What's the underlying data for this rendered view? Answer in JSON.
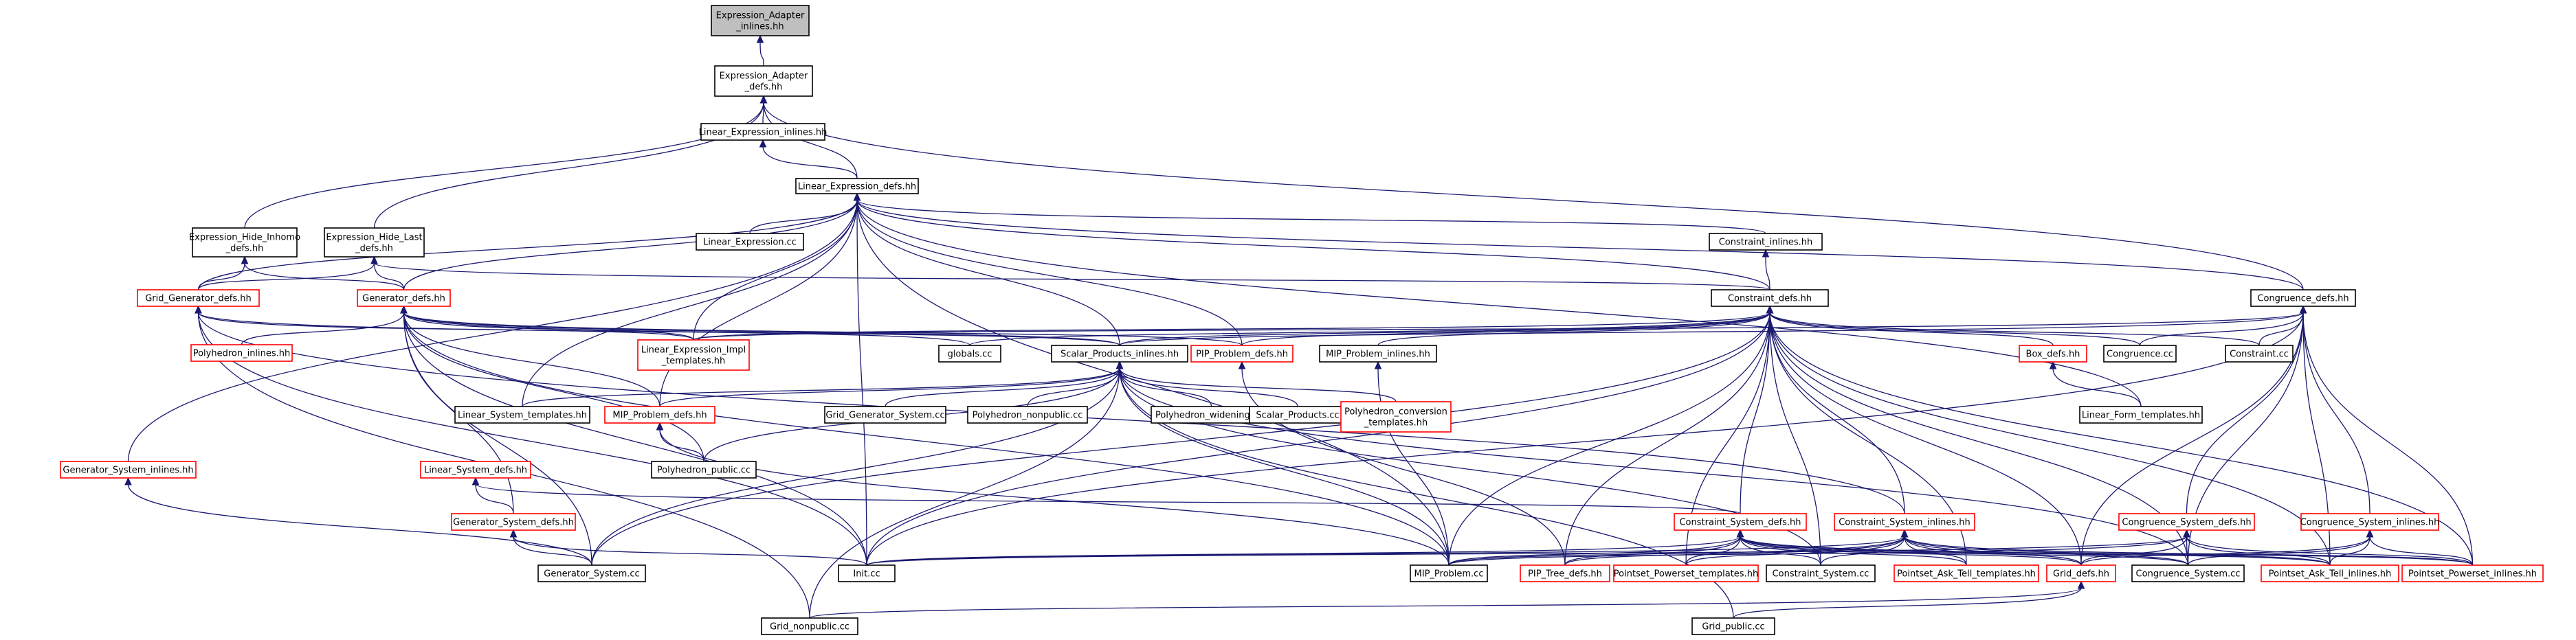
{
  "colors": {
    "edge": "#191970",
    "normal_border": "#000000",
    "red_border": "#ff0000",
    "root_fill": "#bfbfbf",
    "text": "#000000"
  },
  "nodes": [
    {
      "id": "ea_inl",
      "lines": [
        "Expression_Adapter",
        "_inlines.hh"
      ],
      "style": "root"
    },
    {
      "id": "ea_defs",
      "lines": [
        "Expression_Adapter",
        "_defs.hh"
      ],
      "style": "normal"
    },
    {
      "id": "le_inl",
      "lines": [
        "Linear_Expression_inlines.hh"
      ],
      "style": "normal"
    },
    {
      "id": "le_defs",
      "lines": [
        "Linear_Expression_defs.hh"
      ],
      "style": "normal"
    },
    {
      "id": "ehi_defs",
      "lines": [
        "Expression_Hide_Inhomo",
        "_defs.hh"
      ],
      "style": "normal"
    },
    {
      "id": "ehl_defs",
      "lines": [
        "Expression_Hide_Last",
        "_defs.hh"
      ],
      "style": "normal"
    },
    {
      "id": "le_cc",
      "lines": [
        "Linear_Expression.cc"
      ],
      "style": "normal"
    },
    {
      "id": "con_inl",
      "lines": [
        "Constraint_inlines.hh"
      ],
      "style": "normal"
    },
    {
      "id": "gg_defs",
      "lines": [
        "Grid_Generator_defs.hh"
      ],
      "style": "red"
    },
    {
      "id": "gen_defs",
      "lines": [
        "Generator_defs.hh"
      ],
      "style": "red"
    },
    {
      "id": "con_defs",
      "lines": [
        "Constraint_defs.hh"
      ],
      "style": "normal"
    },
    {
      "id": "cong_defs",
      "lines": [
        "Congruence_defs.hh"
      ],
      "style": "normal"
    },
    {
      "id": "poly_inl",
      "lines": [
        "Polyhedron_inlines.hh"
      ],
      "style": "red"
    },
    {
      "id": "le_impl",
      "lines": [
        "Linear_Expression_Impl",
        "_templates.hh"
      ],
      "style": "red"
    },
    {
      "id": "globals",
      "lines": [
        "globals.cc"
      ],
      "style": "normal"
    },
    {
      "id": "sp_inl",
      "lines": [
        "Scalar_Products_inlines.hh"
      ],
      "style": "normal"
    },
    {
      "id": "pip_defs",
      "lines": [
        "PIP_Problem_defs.hh"
      ],
      "style": "red"
    },
    {
      "id": "mip_inl",
      "lines": [
        "MIP_Problem_inlines.hh"
      ],
      "style": "normal"
    },
    {
      "id": "box_defs",
      "lines": [
        "Box_defs.hh"
      ],
      "style": "red"
    },
    {
      "id": "cong_cc",
      "lines": [
        "Congruence.cc"
      ],
      "style": "normal"
    },
    {
      "id": "con_cc",
      "lines": [
        "Constraint.cc"
      ],
      "style": "normal"
    },
    {
      "id": "ls_tpl",
      "lines": [
        "Linear_System_templates.hh"
      ],
      "style": "normal"
    },
    {
      "id": "mip_defs",
      "lines": [
        "MIP_Problem_defs.hh"
      ],
      "style": "red"
    },
    {
      "id": "ggs_cc",
      "lines": [
        "Grid_Generator_System.cc"
      ],
      "style": "normal"
    },
    {
      "id": "poly_np",
      "lines": [
        "Polyhedron_nonpublic.cc"
      ],
      "style": "normal"
    },
    {
      "id": "poly_wid",
      "lines": [
        "Polyhedron_widenings.cc"
      ],
      "style": "normal"
    },
    {
      "id": "sp_cc",
      "lines": [
        "Scalar_Products.cc"
      ],
      "style": "normal"
    },
    {
      "id": "poly_conv",
      "lines": [
        "Polyhedron_conversion",
        "_templates.hh"
      ],
      "style": "red"
    },
    {
      "id": "lf_tpl",
      "lines": [
        "Linear_Form_templates.hh"
      ],
      "style": "normal"
    },
    {
      "id": "gs_inl",
      "lines": [
        "Generator_System_inlines.hh"
      ],
      "style": "red"
    },
    {
      "id": "ls_defs",
      "lines": [
        "Linear_System_defs.hh"
      ],
      "style": "red"
    },
    {
      "id": "poly_pub",
      "lines": [
        "Polyhedron_public.cc"
      ],
      "style": "normal"
    },
    {
      "id": "gs_defs",
      "lines": [
        "Generator_System_defs.hh"
      ],
      "style": "red"
    },
    {
      "id": "cs_defs",
      "lines": [
        "Constraint_System_defs.hh"
      ],
      "style": "red"
    },
    {
      "id": "cs_inl",
      "lines": [
        "Constraint_System_inlines.hh"
      ],
      "style": "red"
    },
    {
      "id": "congs_defs",
      "lines": [
        "Congruence_System_defs.hh"
      ],
      "style": "red"
    },
    {
      "id": "congs_inl",
      "lines": [
        "Congruence_System_inlines.hh"
      ],
      "style": "red"
    },
    {
      "id": "gs_cc",
      "lines": [
        "Generator_System.cc"
      ],
      "style": "normal"
    },
    {
      "id": "init_cc",
      "lines": [
        "Init.cc"
      ],
      "style": "normal"
    },
    {
      "id": "mip_cc",
      "lines": [
        "MIP_Problem.cc"
      ],
      "style": "normal"
    },
    {
      "id": "pip_tree",
      "lines": [
        "PIP_Tree_defs.hh"
      ],
      "style": "red"
    },
    {
      "id": "pp_tpl",
      "lines": [
        "Pointset_Powerset_templates.hh"
      ],
      "style": "red"
    },
    {
      "id": "cs_cc",
      "lines": [
        "Constraint_System.cc"
      ],
      "style": "normal"
    },
    {
      "id": "pat_tpl",
      "lines": [
        "Pointset_Ask_Tell_templates.hh"
      ],
      "style": "red"
    },
    {
      "id": "grid_defs",
      "lines": [
        "Grid_defs.hh"
      ],
      "style": "red"
    },
    {
      "id": "congs_cc",
      "lines": [
        "Congruence_System.cc"
      ],
      "style": "normal"
    },
    {
      "id": "pat_inl",
      "lines": [
        "Pointset_Ask_Tell_inlines.hh"
      ],
      "style": "red"
    },
    {
      "id": "pp_inl",
      "lines": [
        "Pointset_Powerset_inlines.hh"
      ],
      "style": "red"
    },
    {
      "id": "grid_np",
      "lines": [
        "Grid_nonpublic.cc"
      ],
      "style": "normal"
    },
    {
      "id": "grid_pub",
      "lines": [
        "Grid_public.cc"
      ],
      "style": "normal"
    }
  ],
  "edges": [
    [
      "ea_defs",
      "ea_inl"
    ],
    [
      "le_inl",
      "ea_defs"
    ],
    [
      "le_defs",
      "ea_defs"
    ],
    [
      "ehi_defs",
      "ea_defs"
    ],
    [
      "ehl_defs",
      "ea_defs"
    ],
    [
      "cong_defs",
      "ea_defs"
    ],
    [
      "le_defs",
      "le_inl"
    ],
    [
      "le_cc",
      "le_defs"
    ],
    [
      "con_inl",
      "le_defs"
    ],
    [
      "gg_defs",
      "le_defs"
    ],
    [
      "gen_defs",
      "le_defs"
    ],
    [
      "con_defs",
      "le_defs"
    ],
    [
      "cong_defs",
      "le_defs"
    ],
    [
      "le_impl",
      "le_defs"
    ],
    [
      "sp_inl",
      "le_defs"
    ],
    [
      "pip_defs",
      "le_defs"
    ],
    [
      "ls_tpl",
      "le_defs"
    ],
    [
      "mip_defs",
      "le_defs"
    ],
    [
      "lf_tpl",
      "le_defs"
    ],
    [
      "gs_inl",
      "le_defs"
    ],
    [
      "init_cc",
      "le_defs"
    ],
    [
      "mip_cc",
      "le_defs"
    ],
    [
      "gg_defs",
      "ehi_defs"
    ],
    [
      "gen_defs",
      "ehi_defs"
    ],
    [
      "gg_defs",
      "ehl_defs"
    ],
    [
      "gen_defs",
      "ehl_defs"
    ],
    [
      "con_defs",
      "ehl_defs"
    ],
    [
      "con_defs",
      "con_inl"
    ],
    [
      "le_impl",
      "gg_defs"
    ],
    [
      "sp_inl",
      "gg_defs"
    ],
    [
      "init_cc",
      "gg_defs"
    ],
    [
      "grid_np",
      "gg_defs"
    ],
    [
      "cs_inl",
      "gg_defs"
    ],
    [
      "poly_inl",
      "gen_defs"
    ],
    [
      "le_impl",
      "gen_defs"
    ],
    [
      "globals",
      "gen_defs"
    ],
    [
      "sp_inl",
      "gen_defs"
    ],
    [
      "pip_defs",
      "gen_defs"
    ],
    [
      "mip_defs",
      "gen_defs"
    ],
    [
      "gs_defs",
      "gen_defs"
    ],
    [
      "gs_cc",
      "gen_defs"
    ],
    [
      "init_cc",
      "gen_defs"
    ],
    [
      "mip_cc",
      "gen_defs"
    ],
    [
      "poly_pub",
      "gen_defs"
    ],
    [
      "le_impl",
      "con_defs"
    ],
    [
      "globals",
      "con_defs"
    ],
    [
      "sp_inl",
      "con_defs"
    ],
    [
      "pip_defs",
      "con_defs"
    ],
    [
      "mip_inl",
      "con_defs"
    ],
    [
      "box_defs",
      "con_defs"
    ],
    [
      "cong_cc",
      "con_defs"
    ],
    [
      "con_cc",
      "con_defs"
    ],
    [
      "cs_defs",
      "con_defs"
    ],
    [
      "cs_inl",
      "con_defs"
    ],
    [
      "init_cc",
      "con_defs"
    ],
    [
      "mip_cc",
      "con_defs"
    ],
    [
      "pip_tree",
      "con_defs"
    ],
    [
      "pp_tpl",
      "con_defs"
    ],
    [
      "cs_cc",
      "con_defs"
    ],
    [
      "pat_tpl",
      "con_defs"
    ],
    [
      "grid_defs",
      "con_defs"
    ],
    [
      "congs_cc",
      "con_defs"
    ],
    [
      "pat_inl",
      "con_defs"
    ],
    [
      "pp_inl",
      "con_defs"
    ],
    [
      "gs_cc",
      "con_defs"
    ],
    [
      "le_impl",
      "cong_defs"
    ],
    [
      "sp_inl",
      "cong_defs"
    ],
    [
      "cong_cc",
      "cong_defs"
    ],
    [
      "con_cc",
      "cong_defs"
    ],
    [
      "congs_defs",
      "cong_defs"
    ],
    [
      "congs_inl",
      "cong_defs"
    ],
    [
      "grid_defs",
      "cong_defs"
    ],
    [
      "congs_cc",
      "cong_defs"
    ],
    [
      "pat_inl",
      "cong_defs"
    ],
    [
      "pp_inl",
      "cong_defs"
    ],
    [
      "init_cc",
      "cong_defs"
    ],
    [
      "ls_tpl",
      "sp_inl"
    ],
    [
      "mip_defs",
      "sp_inl"
    ],
    [
      "ggs_cc",
      "sp_inl"
    ],
    [
      "poly_np",
      "sp_inl"
    ],
    [
      "poly_wid",
      "sp_inl"
    ],
    [
      "sp_cc",
      "sp_inl"
    ],
    [
      "poly_conv",
      "sp_inl"
    ],
    [
      "poly_pub",
      "sp_inl"
    ],
    [
      "gs_cc",
      "sp_inl"
    ],
    [
      "grid_np",
      "sp_inl"
    ],
    [
      "grid_pub",
      "sp_inl"
    ],
    [
      "mip_cc",
      "sp_inl"
    ],
    [
      "cs_cc",
      "sp_inl"
    ],
    [
      "congs_cc",
      "sp_inl"
    ],
    [
      "pip_tree",
      "pip_defs"
    ],
    [
      "mip_cc",
      "mip_inl"
    ],
    [
      "lf_tpl",
      "box_defs"
    ],
    [
      "poly_pub",
      "mip_defs"
    ],
    [
      "mip_cc",
      "mip_defs"
    ],
    [
      "gs_cc",
      "gs_inl"
    ],
    [
      "gs_defs",
      "ls_defs"
    ],
    [
      "cs_defs",
      "ls_defs"
    ],
    [
      "init_cc",
      "gs_defs"
    ],
    [
      "gs_cc",
      "gs_defs"
    ],
    [
      "init_cc",
      "cs_defs"
    ],
    [
      "mip_cc",
      "cs_defs"
    ],
    [
      "pip_tree",
      "cs_defs"
    ],
    [
      "pp_tpl",
      "cs_defs"
    ],
    [
      "cs_cc",
      "cs_defs"
    ],
    [
      "pat_tpl",
      "cs_defs"
    ],
    [
      "grid_defs",
      "cs_defs"
    ],
    [
      "congs_cc",
      "cs_defs"
    ],
    [
      "pat_inl",
      "cs_defs"
    ],
    [
      "pp_inl",
      "cs_defs"
    ],
    [
      "init_cc",
      "cs_inl"
    ],
    [
      "mip_cc",
      "cs_inl"
    ],
    [
      "pip_tree",
      "cs_inl"
    ],
    [
      "pp_tpl",
      "cs_inl"
    ],
    [
      "cs_cc",
      "cs_inl"
    ],
    [
      "pat_tpl",
      "cs_inl"
    ],
    [
      "grid_defs",
      "cs_inl"
    ],
    [
      "congs_cc",
      "cs_inl"
    ],
    [
      "pat_inl",
      "cs_inl"
    ],
    [
      "pp_inl",
      "cs_inl"
    ],
    [
      "init_cc",
      "congs_defs"
    ],
    [
      "mip_cc",
      "congs_defs"
    ],
    [
      "grid_defs",
      "congs_defs"
    ],
    [
      "congs_cc",
      "congs_defs"
    ],
    [
      "pat_inl",
      "congs_defs"
    ],
    [
      "pp_inl",
      "congs_defs"
    ],
    [
      "grid_defs",
      "congs_inl"
    ],
    [
      "congs_cc",
      "congs_inl"
    ],
    [
      "pat_inl",
      "congs_inl"
    ],
    [
      "pp_inl",
      "congs_inl"
    ],
    [
      "grid_np",
      "grid_defs"
    ],
    [
      "grid_pub",
      "grid_defs"
    ]
  ]
}
